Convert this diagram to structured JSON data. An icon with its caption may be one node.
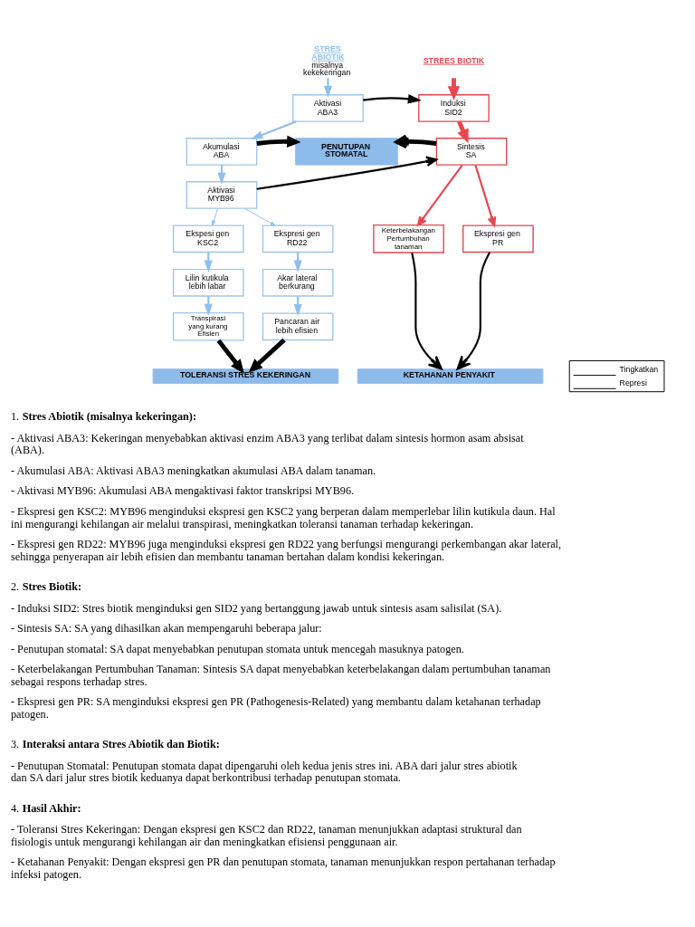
{
  "diagram": {
    "nodes": [
      {
        "text": [
          "STRES ABIOTIK",
          "misalnya kekekeringan"
        ]
      },
      {
        "text": [
          "STREES BIOTIK"
        ]
      },
      {
        "text": [
          "Aktivasi ABA3"
        ]
      },
      {
        "text": [
          "Induksi SID2"
        ]
      },
      {
        "text": [
          "Akumulasi ABA"
        ]
      },
      {
        "text": [
          "PENUTUPAN STOMATAL"
        ]
      },
      {
        "text": [
          "Sintesis SA"
        ]
      },
      {
        "text": [
          "Aktivasi MYB96"
        ]
      },
      {
        "text": [
          "Ekspesi gen KSC2"
        ]
      },
      {
        "text": [
          "Ekspresi gen RD22"
        ]
      },
      {
        "text": [
          "Keterbelakangan Pertumbuhan tanaman"
        ]
      },
      {
        "text": [
          "Ekspresi gen PR"
        ]
      },
      {
        "text": [
          "Lilin kutikula lebih labar"
        ]
      },
      {
        "text": [
          "Akar lateral berkurang"
        ]
      },
      {
        "text": [
          "Transpirasi yang kurang Efisien"
        ]
      },
      {
        "text": [
          "Pancaran air lebih efisien"
        ]
      },
      {
        "text": [
          "TOLERANSI STRES KEKERINGAN"
        ]
      },
      {
        "text": [
          "KETAHANAN PENYAKIT"
        ]
      }
    ],
    "edges": [
      {
        "from": 0,
        "to": 2,
        "arrow": "to"
      },
      {
        "from": 2,
        "to": 4,
        "arrow": "to"
      },
      {
        "from": 4,
        "to": 7,
        "arrow": "to"
      },
      {
        "from": 2,
        "to": 3,
        "arrow": "to",
        "color": "#000000"
      },
      {
        "from": 4,
        "to": 5,
        "arrow": "to",
        "style": "thick",
        "color": "#000000"
      },
      {
        "from": 6,
        "to": 5,
        "arrow": "to",
        "style": "thick",
        "color": "#000000"
      },
      {
        "from": 7,
        "to": 6,
        "arrow": "to",
        "color": "#000000"
      },
      {
        "from": 1,
        "to": 3,
        "arrow": "to",
        "style": "thick",
        "color": "#e8474f"
      },
      {
        "from": 3,
        "to": 6,
        "arrow": "to",
        "style": "thick",
        "color": "#e8474f"
      },
      {
        "from": 6,
        "to": 10,
        "arrow": "to",
        "color": "#e8474f"
      },
      {
        "from": 6,
        "to": 11,
        "arrow": "to",
        "color": "#e8474f"
      },
      {
        "from": 7,
        "to": 8,
        "arrow": "to"
      },
      {
        "from": 7,
        "to": 9,
        "arrow": "to"
      },
      {
        "from": 8,
        "to": 12,
        "arrow": "to"
      },
      {
        "from": 12,
        "to": 14,
        "arrow": "to"
      },
      {
        "from": 9,
        "to": 13,
        "arrow": "to"
      },
      {
        "from": 13,
        "to": 15,
        "arrow": "to"
      },
      {
        "from": 14,
        "to": 16,
        "arrow": "to",
        "style": "thick",
        "color": "#000000"
      },
      {
        "from": 15,
        "to": 16,
        "arrow": "to",
        "style": "thick",
        "color": "#000000"
      },
      {
        "from": 10,
        "to": 17,
        "arrow": "to",
        "color": "#000000"
      },
      {
        "from": 11,
        "to": 17,
        "arrow": "to",
        "color": "#000000"
      }
    ],
    "labels": [
      "1. **Stres Abiotik (misalnya kekeringan):**",
      "- Aktivasi ABA3: Kekeringan menyebabkan aktivasi enzim ABA3 yang terlibat dalam sintesis hormon asam absisat (ABA).",
      "- Akumulasi ABA: Aktivasi ABA3 meningkatkan akumulasi ABA dalam tanaman.",
      "- Aktivasi MYB96: Akumulasi ABA mengaktivasi faktor transkripsi MYB96.",
      "- Ekspresi gen KSC2: MYB96 menginduksi ekspresi gen KSC2 yang berperan dalam memperlebar lilin kutikula daun. Hal ini mengurangi kehilangan air melalui transpirasi, meningkatkan toleransi tanaman terhadap kekeringan.",
      "- Ekspresi gen RD22: MYB96 juga menginduksi ekspresi gen RD22 yang berfungsi mengurangi perkembangan akar lateral, sehingga penyerapan air lebih efisien dan membantu tanaman bertahan dalam kondisi kekeringan.",
      "2. **Stres Biotik:**",
      "- Induksi SID2: Stres biotik menginduksi gen SID2 yang bertanggung jawab untuk sintesis asam salisilat (SA).",
      "- Sintesis SA: SA yang dihasilkan akan mempengaruhi beberapa jalur:",
      "- Penutupan stomatal: SA dapat menyebabkan penutupan stomata untuk mencegah masuknya patogen.",
      "- Keterbelakangan Pertumbuhan Tanaman: Sintesis SA dapat menyebabkan keterbelakangan dalam pertumbuhan tanaman sebagai respons terhadap stres.",
      "- Ekspresi gen PR: SA menginduksi ekspresi gen PR (Pathogenesis-Related) yang membantu dalam ketahanan terhadap patogen.",
      "3. **Interaksi antara Stres Abiotik dan Biotik:**",
      "- Penutupan Stomatal: Penutupan stomata dapat dipengaruhi oleh kedua jenis stres ini. ABA dari jalur stres abiotik dan SA dari jalur stres biotik keduanya dapat berkontribusi terhadap penutupan stomata.",
      "4. **Hasil Akhir:**",
      "- Toleransi Stres Kekeringan: Dengan ekspresi gen KSC2 dan RD22, tanaman menunjukkan adaptasi struktural dan fisiologis untuk mengurangi kehilangan air dan meningkatkan efisiensi penggunaan air.",
      "- Ketahanan Penyakit: Dengan ekspresi gen PR dan penutupan stomata, tanaman menunjukkan respon pertahanan terhadap infeksi patogen."
    ],
    "legend": [
      {
        "text": "Tingkatkan"
      },
      {
        "text": "Represi"
      }
    ]
  }
}
